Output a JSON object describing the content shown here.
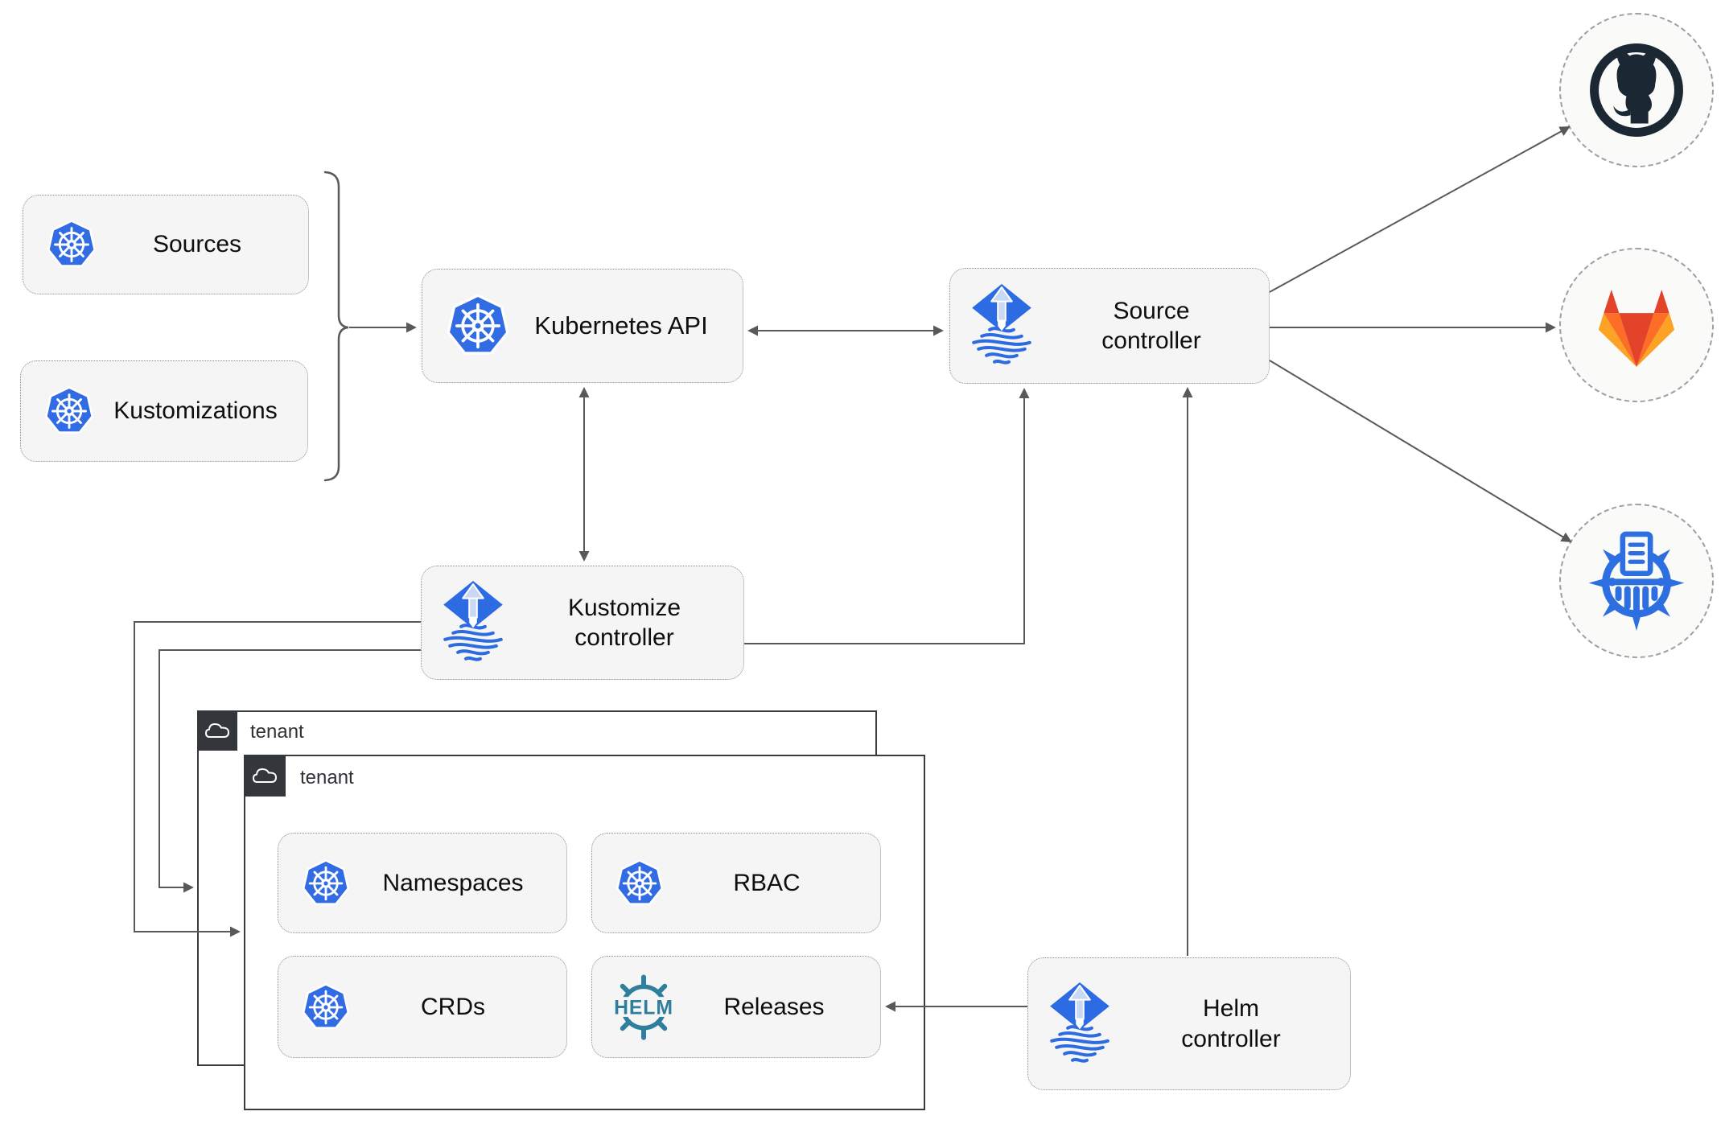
{
  "colors": {
    "kubernetes_blue": "#326CE5",
    "flux_blue": "#2D6BE3",
    "flux_arrow_light": "#C9D9F4",
    "helm_teal": "#2E7E9E",
    "github_dark": "#1B2834",
    "gitlab_red": "#E24329",
    "gitlab_orange": "#FC6D26",
    "gitlab_amber": "#FCA326",
    "chart_repository_blue": "#2D6FE0",
    "edge_gray": "#595959",
    "node_fill": "#F5F5F5",
    "tenant_border": "#33373B"
  },
  "nodes": {
    "sources": {
      "label": "Sources",
      "icon": "kubernetes-icon"
    },
    "kustomizations": {
      "label": "Kustomizations",
      "icon": "kubernetes-icon"
    },
    "kubernetes_api": {
      "label": "Kubernetes API",
      "icon": "kubernetes-icon"
    },
    "source_controller": {
      "label": "Source controller",
      "icon": "flux-icon"
    },
    "kustomize_controller": {
      "label": "Kustomize controller",
      "icon": "flux-icon"
    },
    "helm_controller": {
      "label": "Helm controller",
      "icon": "flux-icon"
    },
    "tenant_back": {
      "label": "tenant",
      "icon": "cloud-icon"
    },
    "tenant_front": {
      "label": "tenant",
      "icon": "cloud-icon"
    },
    "namespaces": {
      "label": "Namespaces",
      "icon": "kubernetes-icon"
    },
    "rbac": {
      "label": "RBAC",
      "icon": "kubernetes-icon"
    },
    "crds": {
      "label": "CRDs",
      "icon": "kubernetes-icon"
    },
    "releases": {
      "label": "Releases",
      "icon": "helm-icon",
      "logo_text": "HELM"
    },
    "github": {
      "icon": "github-icon"
    },
    "gitlab": {
      "icon": "gitlab-icon"
    },
    "chart_repository": {
      "icon": "chart-repository-icon"
    }
  },
  "edges": [
    {
      "from": "sources-and-kustomizations",
      "to": "kubernetes_api",
      "style": "arrow"
    },
    {
      "from": "kubernetes_api",
      "to": "source_controller",
      "style": "double-arrow"
    },
    {
      "from": "kubernetes_api",
      "to": "kustomize_controller",
      "style": "double-arrow"
    },
    {
      "from": "kustomize_controller",
      "to": "source_controller",
      "style": "arrow"
    },
    {
      "from": "helm_controller",
      "to": "source_controller",
      "style": "arrow"
    },
    {
      "from": "source_controller",
      "to": "github",
      "style": "arrow"
    },
    {
      "from": "source_controller",
      "to": "gitlab",
      "style": "arrow"
    },
    {
      "from": "source_controller",
      "to": "chart_repository",
      "style": "arrow"
    },
    {
      "from": "kustomize_controller",
      "to": "tenant_front",
      "style": "arrow"
    },
    {
      "from": "kustomize_controller",
      "to": "tenant_back",
      "style": "arrow"
    },
    {
      "from": "helm_controller",
      "to": "releases",
      "style": "arrow"
    }
  ]
}
